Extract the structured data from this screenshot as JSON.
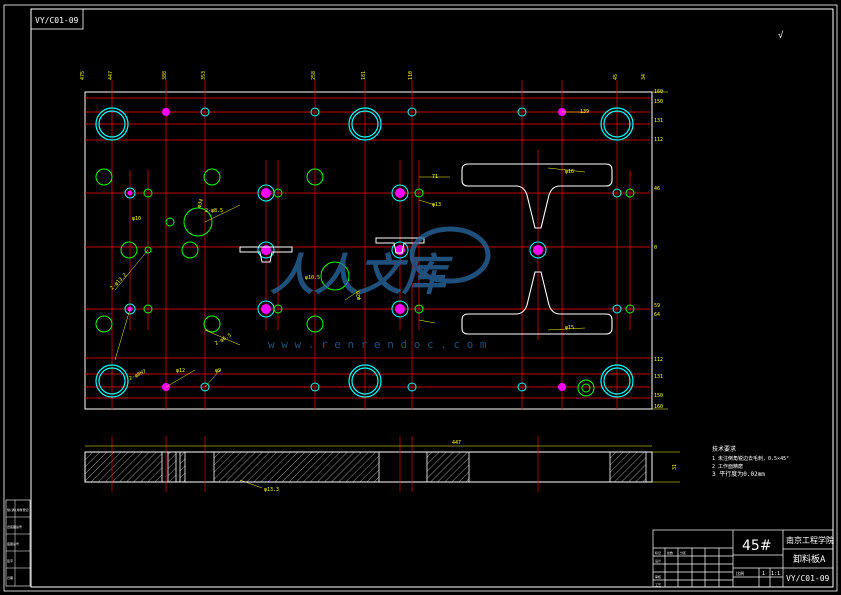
{
  "sheet": {
    "drawing_number": "VY/C01-09",
    "roughness_symbol": "√"
  },
  "dimensions": {
    "top": [
      "475",
      "447",
      "388",
      "353",
      "258",
      "181",
      "110",
      "45",
      "34"
    ],
    "right": [
      "160",
      "150",
      "131",
      "112",
      "46",
      "0",
      "59",
      "64",
      "112",
      "131",
      "150",
      "160"
    ],
    "callouts": [
      {
        "text": "2-φ8.5"
      },
      {
        "text": "2-φ13.2"
      },
      {
        "text": "139"
      },
      {
        "text": "φ10"
      },
      {
        "text": "φ10.5"
      },
      {
        "text": "71"
      },
      {
        "text": "φ13"
      },
      {
        "text": "φ34"
      },
      {
        "text": "φ20"
      },
      {
        "text": "2-φ8H7"
      },
      {
        "text": "φ12"
      },
      {
        "text": "φ9"
      },
      {
        "text": "2-φ6.5"
      },
      {
        "text": "φ16"
      },
      {
        "text": "φ15"
      }
    ],
    "section_overall": "447",
    "section_height": "31",
    "section_detail": "φ13.3"
  },
  "tech_notes": {
    "title": "技术要求",
    "items": [
      "1  未注倒角锐边去毛刺，0.5×45°",
      "2  工作面精磨",
      "3  平行度为0.02mm"
    ]
  },
  "title_block": {
    "material": "45#",
    "school": "南京工程学院",
    "part_name": "卸料板A",
    "drawing_no": "VY/C01-09",
    "scale_label": "比例",
    "scale_value": "1:1",
    "sheet_value": "1",
    "left_rows": [
      "标记",
      "处数",
      "分区",
      "设计",
      "审核",
      "工艺"
    ]
  },
  "side_strip": {
    "labels": [
      "借(通)用件登记",
      "旧底图总号",
      "底图总号",
      "签字",
      "日期"
    ]
  },
  "watermark": {
    "main": "人人文库",
    "url": "w w w . r e n r e n d o c . c o m"
  },
  "colors": {
    "frame": "#ffffff",
    "dimension": "#ffff00",
    "centerline": "#ff0000",
    "hole_outer": "#00ffff",
    "hole_inner": "#ff00ff",
    "hole_small": "#00ff00",
    "hatch": "#ffffff",
    "watermark": "#2a6aa5"
  }
}
